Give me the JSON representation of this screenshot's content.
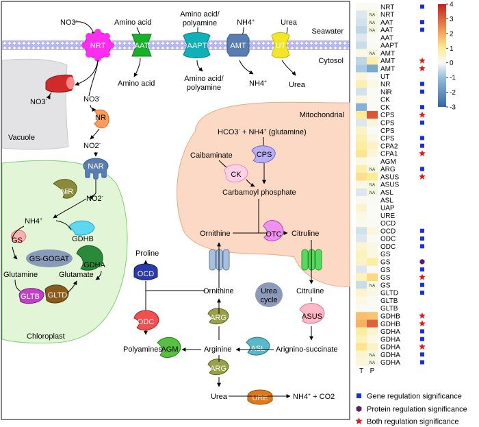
{
  "membrane": {
    "seawater": "Seawater",
    "cytosol": "Cytosol",
    "vacuole": "Vacuole",
    "mitochondrial": "Mitochondrial",
    "chloroplast": "Chloroplast",
    "urea_cycle_line1": "Urea",
    "urea_cycle_line2": "cycle"
  },
  "transporters": {
    "nrt": "NRT",
    "aat": "AAT",
    "aapt": "AAPT",
    "amt": "AMT",
    "ut": "UT"
  },
  "outside": {
    "no3": "NO3",
    "no3_sup": "-",
    "amino_acid": "Amino acid",
    "aa_poly_1": "Amino acid/",
    "aa_poly_2": "polyamine",
    "nh4": "NH4",
    "nh4_sup": "+",
    "urea": "Urea"
  },
  "inside": {
    "amino_acid": "Amino acid",
    "aa_poly_1": "Amino acid/",
    "aa_poly_2": "polyamine",
    "nh4": "NH4",
    "nh4_sup": "+",
    "urea": "Urea",
    "vac_no3": "NO3",
    "vac_no3_sup": "-",
    "cyt_no3": "NO3",
    "cyt_no3_sup": "-",
    "no2": "NO2",
    "no2_sup": "-"
  },
  "enzymes": {
    "nr": "NR",
    "nar": "NAR",
    "nir": "NiR",
    "gs": "GS",
    "gdhb": "GDHB",
    "gs_gogat": "GS-GOGAT",
    "gdha": "GDHA",
    "gltb": "GLTB",
    "gltd": "GLTD",
    "ck": "CK",
    "cps": "CPS",
    "otc": "OTC",
    "ocd": "OCD",
    "odc": "ODC",
    "arg1": "ARG",
    "arg2": "ARG",
    "asl": "ASL",
    "asus": "ASUS",
    "agm": "AGM",
    "ure": "URE"
  },
  "metabolites": {
    "chl_no2": "NO2",
    "chl_no2_sup": "-",
    "chl_nh4": "NH4",
    "chl_nh4_sup": "+",
    "glutamine": "Glutamine",
    "glutamate": "Glutamate",
    "hco3": "HCO3",
    "hco3_sup": "-",
    "plus_nh4": " + NH4",
    "plus_nh4_sup": "+",
    "glut_paren": " (glutamine)",
    "caibaminate": "Caibaminate",
    "carbamoyl": "Carbamoyl phosphate",
    "ornithine_mito": "Ornithine",
    "citruline_mito": "Citruline",
    "proline": "Proline",
    "ornithine": "Ornithine",
    "citruline": "Citruline",
    "polyamines": "Polyamines",
    "arginine": "Arginine",
    "arginosucc": "Arignino-succinate",
    "urea": "Urea",
    "nh4_co2_a": "NH4",
    "nh4_co2_sup": "+",
    "nh4_co2_b": " + CO2"
  },
  "heatmap": {
    "col_labels": [
      "T",
      "P"
    ],
    "na_label": "NA",
    "rows": [
      {
        "label": "NRT",
        "t": 0.0,
        "p": 0.0,
        "na": false,
        "mark": "gene"
      },
      {
        "label": "NRT",
        "t": -0.3,
        "p": 0.0,
        "na": true,
        "mark": ""
      },
      {
        "label": "AAT",
        "t": -0.4,
        "p": 0.0,
        "na": true,
        "mark": "gene"
      },
      {
        "label": "AAT",
        "t": -0.6,
        "p": 0.0,
        "na": true,
        "mark": "gene"
      },
      {
        "label": "AAT",
        "t": -0.3,
        "p": 0.0,
        "na": false,
        "mark": ""
      },
      {
        "label": "AAPT",
        "t": -0.5,
        "p": 0.0,
        "na": false,
        "mark": ""
      },
      {
        "label": "AMT",
        "t": 0.2,
        "p": 0.0,
        "na": true,
        "mark": ""
      },
      {
        "label": "AMT",
        "t": -0.6,
        "p": 0.8,
        "na": false,
        "mark": "both"
      },
      {
        "label": "AMT",
        "t": -0.8,
        "p": -1.5,
        "na": false,
        "mark": "both"
      },
      {
        "label": "UT",
        "t": 0.3,
        "p": 0.0,
        "na": false,
        "mark": ""
      },
      {
        "label": "NR",
        "t": 0.7,
        "p": 0.2,
        "na": false,
        "mark": "gene"
      },
      {
        "label": "NiR",
        "t": -0.4,
        "p": 0.0,
        "na": false,
        "mark": "gene"
      },
      {
        "label": "CK",
        "t": 0.3,
        "p": 0.0,
        "na": false,
        "mark": ""
      },
      {
        "label": "CK",
        "t": -1.3,
        "p": 0.0,
        "na": false,
        "mark": "gene"
      },
      {
        "label": "CPS",
        "t": 1.0,
        "p": 3.2,
        "na": false,
        "mark": "both"
      },
      {
        "label": "CPS",
        "t": -0.3,
        "p": 0.3,
        "na": false,
        "mark": "gene"
      },
      {
        "label": "CPS",
        "t": 0.5,
        "p": 0.0,
        "na": false,
        "mark": ""
      },
      {
        "label": "CPS",
        "t": 0.7,
        "p": 0.2,
        "na": false,
        "mark": "gene"
      },
      {
        "label": "CPA2",
        "t": 0.9,
        "p": 0.5,
        "na": false,
        "mark": "gene"
      },
      {
        "label": "CPA1",
        "t": 1.1,
        "p": 0.3,
        "na": false,
        "mark": "both"
      },
      {
        "label": "AGM",
        "t": 0.2,
        "p": 0.0,
        "na": false,
        "mark": ""
      },
      {
        "label": "ARG",
        "t": 0.8,
        "p": 0.0,
        "na": true,
        "mark": "gene"
      },
      {
        "label": "ASUS",
        "t": 1.2,
        "p": 1.0,
        "na": false,
        "mark": "both"
      },
      {
        "label": "ASUS",
        "t": 0.2,
        "p": 0.0,
        "na": true,
        "mark": ""
      },
      {
        "label": "ASL",
        "t": -0.3,
        "p": 0.0,
        "na": true,
        "mark": ""
      },
      {
        "label": "ASL",
        "t": 0.1,
        "p": 0.0,
        "na": false,
        "mark": ""
      },
      {
        "label": "UAP",
        "t": 0.4,
        "p": 0.0,
        "na": false,
        "mark": ""
      },
      {
        "label": "URE",
        "t": 0.2,
        "p": 0.0,
        "na": false,
        "mark": ""
      },
      {
        "label": "OCD",
        "t": 0.1,
        "p": 0.0,
        "na": false,
        "mark": ""
      },
      {
        "label": "OCD",
        "t": -0.4,
        "p": 0.3,
        "na": false,
        "mark": "gene"
      },
      {
        "label": "ODC",
        "t": -0.3,
        "p": 0.0,
        "na": false,
        "mark": "gene"
      },
      {
        "label": "ODC",
        "t": 0.4,
        "p": 0.2,
        "na": false,
        "mark": "gene"
      },
      {
        "label": "GS",
        "t": 0.6,
        "p": 0.2,
        "na": false,
        "mark": ""
      },
      {
        "label": "GS",
        "t": 0.5,
        "p": 0.9,
        "na": false,
        "mark": "protein"
      },
      {
        "label": "GS",
        "t": -0.3,
        "p": 0.0,
        "na": false,
        "mark": "gene"
      },
      {
        "label": "GS",
        "t": 0.6,
        "p": 1.3,
        "na": false,
        "mark": "both"
      },
      {
        "label": "GS",
        "t": -0.5,
        "p": 0.0,
        "na": true,
        "mark": "gene"
      },
      {
        "label": "GLTD",
        "t": 0.4,
        "p": 0.2,
        "na": false,
        "mark": "gene"
      },
      {
        "label": "GLTB",
        "t": 0.2,
        "p": 0.0,
        "na": false,
        "mark": ""
      },
      {
        "label": "GLTB",
        "t": 0.0,
        "p": 0.0,
        "na": false,
        "mark": ""
      },
      {
        "label": "GDHB",
        "t": 1.7,
        "p": 1.6,
        "na": false,
        "mark": "both"
      },
      {
        "label": "GDHB",
        "t": 1.9,
        "p": 3.0,
        "na": false,
        "mark": "both"
      },
      {
        "label": "GDHA",
        "t": 0.9,
        "p": 0.4,
        "na": false,
        "mark": "gene"
      },
      {
        "label": "GDHA",
        "t": 0.6,
        "p": 0.2,
        "na": false,
        "mark": "gene"
      },
      {
        "label": "GDHA",
        "t": 1.1,
        "p": 0.5,
        "na": false,
        "mark": "both"
      },
      {
        "label": "GDHA",
        "t": 0.4,
        "p": 0.0,
        "na": true,
        "mark": "gene"
      },
      {
        "label": "GDHA",
        "t": 0.3,
        "p": 0.0,
        "na": true,
        "mark": "gene"
      }
    ],
    "colorbar": {
      "ticks": [
        "4",
        "3",
        "2",
        "1",
        "0",
        "-1",
        "-2",
        "-3"
      ],
      "min": -3,
      "max": 4
    },
    "legend": {
      "gene": "Gene regulation significance",
      "protein": "Protein regulation significance",
      "both": "Both regulation significance"
    }
  }
}
